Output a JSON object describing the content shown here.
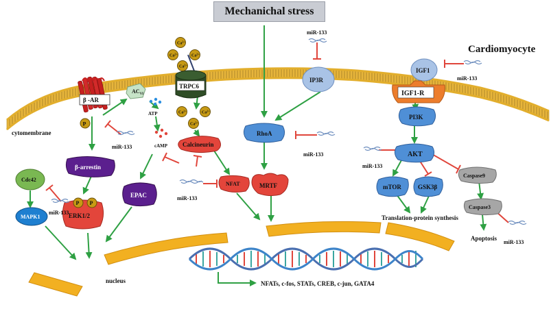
{
  "title": "Mechanichal stress",
  "cell_label": "Cardiomyocyte",
  "membrane_label": "cytomembrane",
  "nucleus_label": "nucleus",
  "colors": {
    "activation": "#2ea043",
    "inhibition": "#e0453b",
    "membrane_gold": "#e7b53b",
    "nucleus_gold": "#f2b021",
    "channel_green": "#2f4d26",
    "receptor_red": "#c62020",
    "ca_ball": "#c79a14",
    "blue_node": "#4f8fd6",
    "purple_node": "#5b1f8e",
    "red_node": "#e3453b",
    "green_node": "#7ab852",
    "grey_node": "#a6a6a6"
  },
  "nodes": {
    "beta_ar": "β -AR",
    "p1": "P",
    "ac": "AC",
    "ac_sub": "VI",
    "trpc6": "TRPC6",
    "ca": "Ca",
    "ca_sup": "2+",
    "atp": "ATP",
    "camp": "cAMP",
    "calcineurin": "Calcineurin",
    "nfat": "NFAT",
    "epac": "EPAC",
    "beta_arrestin": "β-arrestin",
    "erk": "ERK1/2",
    "p2": "P",
    "p3": "P",
    "cdc42": "Cdc42",
    "mapk1": "MAPK1",
    "ip3r": "IP3R",
    "rhoa": "RhoA",
    "mrtf": "MRTF",
    "igf1": "IGF1",
    "igf1r": "IGF1-R",
    "pi3k": "PI3K",
    "akt": "AKT",
    "mtor": "mTOR",
    "gsk3b": "GSK3β",
    "caspase9": "Caspase9",
    "caspase3": "Caspase3",
    "translation": "Translation-protein synthesis",
    "apoptosis": "Apoptosis",
    "transcription": "NFATs, c-fos, STATs, CREB, c-jun, GATA4"
  },
  "mirna": {
    "m1": "miR-133",
    "m2": "miR-133",
    "m3": "miR-133",
    "m4": "miR-133",
    "m5": "miR-133",
    "m6": "miR-133",
    "m7": "miR-133",
    "m8": "miR-133"
  }
}
